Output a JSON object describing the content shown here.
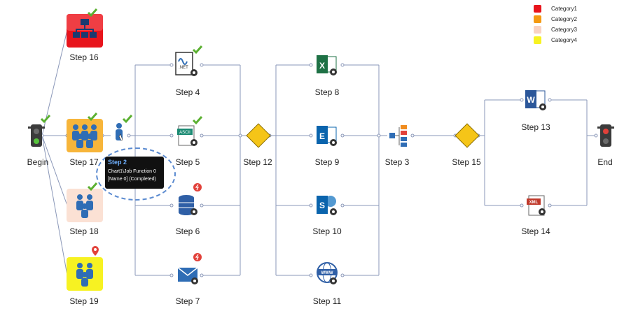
{
  "nodes": {
    "begin": "Begin",
    "end": "End",
    "step2": "Step 2",
    "step3": "Step 3",
    "step4": "Step 4",
    "step5": "Step 5",
    "step6": "Step 6",
    "step7": "Step 7",
    "step8": "Step 8",
    "step9": "Step 9",
    "step10": "Step 10",
    "step11": "Step 11",
    "step12": "Step 12",
    "step13": "Step 13",
    "step14": "Step 14",
    "step15": "Step 15",
    "step16": "Step 16",
    "step17": "Step 17",
    "step18": "Step 18",
    "step19": "Step 19"
  },
  "tooltip": {
    "title": "Step 2",
    "line1": "Chart1\\Job Function 0",
    "line2": "[Name 0] (Completed)"
  },
  "legend": [
    {
      "label": "Category1",
      "color": "#e8141c"
    },
    {
      "label": "Category2",
      "color": "#f49a12"
    },
    {
      "label": "Category3",
      "color": "#f9d2c2"
    },
    {
      "label": "Category4",
      "color": "#f7f222"
    }
  ],
  "icons": {
    "net_text": ".NET",
    "ascii_text": "ASCII",
    "xml_text": "XML",
    "www_text": "WWW"
  },
  "colors": {
    "connector": "#8a97b8",
    "check": "#5bb031",
    "alert": "#e2413a",
    "decision": "#f5c518",
    "icon_blue": "#2f6db5"
  }
}
